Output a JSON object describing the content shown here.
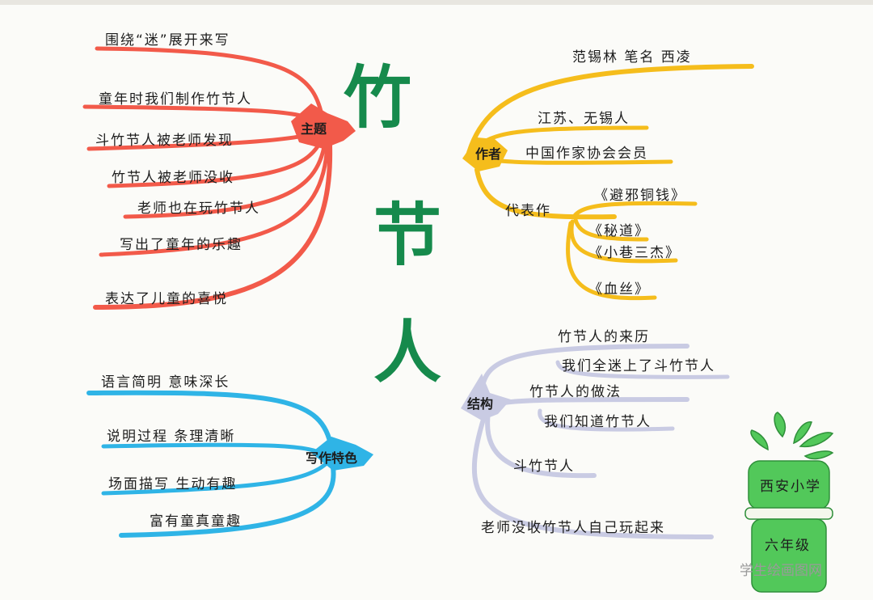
{
  "title": {
    "chars": [
      "竹",
      "节",
      "人"
    ]
  },
  "colors": {
    "title": "#168a4c",
    "theme": "#f25a4a",
    "author": "#f5bd1c",
    "style": "#2fb4e6",
    "structure": "#c9cbe3",
    "badge": "#52c85a"
  },
  "theme": {
    "hub": "主题",
    "items": [
      "围绕“迷”展开来写",
      "童年时我们制作竹节人",
      "斗竹节人被老师发现",
      "竹节人被老师没收",
      "老师也在玩竹节人",
      "写出了童年的乐趣",
      "表达了儿童的喜悦"
    ]
  },
  "author": {
    "hub": "作者",
    "name": "范锡林 笔名 西凌",
    "items": [
      "江苏、无锡人",
      "中国作家协会会员"
    ],
    "works_label": "代表作",
    "works": [
      "《避邪铜钱》",
      "《秘道》",
      "《小巷三杰》",
      "《血丝》"
    ]
  },
  "style": {
    "hub": "写作特色",
    "items": [
      "语言简明 意味深长",
      "说明过程 条理清晰",
      "场面描写 生动有趣",
      "富有童真童趣"
    ]
  },
  "structure": {
    "hub": "结构",
    "group1_label": "竹节人的来历",
    "group1": [
      "我们全迷上了斗竹节人"
    ],
    "group2_label": "竹节人的做法",
    "group2": [
      "我们知道竹节人"
    ],
    "items": [
      "斗竹节人",
      "老师没收竹节人自己玩起来"
    ]
  },
  "badge": {
    "top": "西安小学",
    "bottom": "六年级"
  },
  "watermark": "学生绘画图网"
}
